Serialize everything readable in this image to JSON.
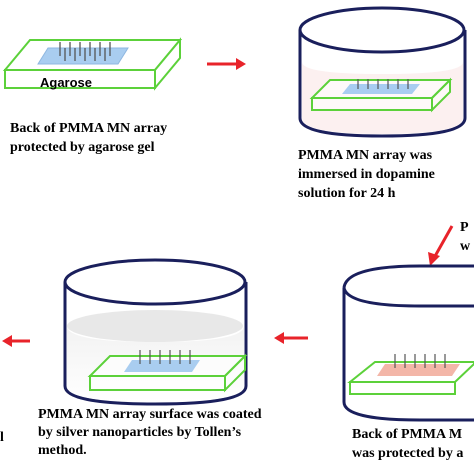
{
  "labels": {
    "agarose": "Agarose"
  },
  "captions": {
    "step1": [
      "Back of PMMA MN array",
      "protected by agarose gel"
    ],
    "step2": [
      "PMMA MN array was",
      "immersed  in  dopamine",
      "solution for 24 h"
    ],
    "step3": [
      "PMMA MN array surface was coated",
      "by  silver  nanoparticles  by  Tollen’s",
      "method."
    ],
    "step4": [
      "Back of PMMA M",
      "was protected by a"
    ],
    "partial_right": [
      "P",
      "w"
    ],
    "partial_left": [
      "l"
    ]
  },
  "colors": {
    "arrow": "#e8232a",
    "block_outline": "#5cd13a",
    "array_blue": "#a9cdf0",
    "array_pink": "#f3b6a8",
    "needle": "#555555",
    "beaker_rim": "#1a1f5c"
  }
}
